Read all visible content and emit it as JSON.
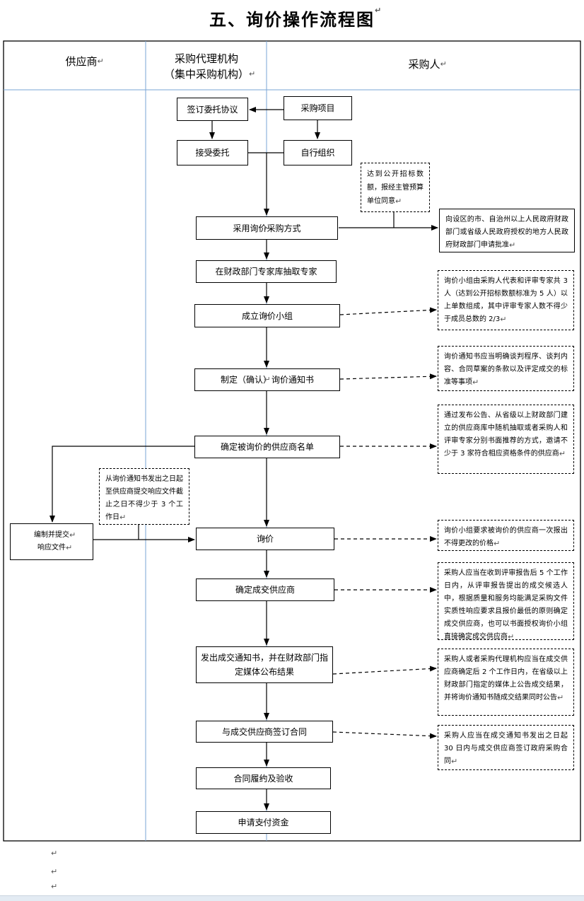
{
  "title": "五、询价操作流程图",
  "headers": {
    "supplier": "供应商",
    "agency_line1": "采购代理机构",
    "agency_line2": "（集中采购机构）",
    "purchaser": "采购人"
  },
  "boxes": {
    "sign_agreement": "签订委托协议",
    "purchase_project": "采购项目",
    "accept_entrust": "接受委托",
    "self_organize": "自行组织",
    "adopt_method": "采用询价采购方式",
    "extract_experts": "在财政部门专家库抽取专家",
    "form_group": "成立询价小组",
    "make_notice": "制定（确认）询价通知书",
    "confirm_list": "确定被询价的供应商名单",
    "prepare_submit_line1": "编制并提交",
    "prepare_submit_line2": "响应文件",
    "inquiry": "询价",
    "determine_supplier": "确定成交供应商",
    "issue_notice": "发出成交通知书，并在财政部门指定媒体公布结果",
    "sign_contract": "与成交供应商签订合同",
    "perform_accept": "合同履约及验收",
    "apply_payment": "申请支付资金"
  },
  "notes": {
    "approval_required": "达到公开招标数额，报经主管预算单位同意",
    "apply_approval": "向设区的市、自治州以上人民政府财政部门或省级人民政府授权的地方人民政府财政部门申请批准",
    "group_composition": "询价小组由采购人代表和评审专家共 3 人（达到公开招标数额标准为 5 人）以上单数组成，其中评审专家人数不得少于成员总数的 2/3",
    "notice_content": "询价通知书应当明确谈判程序、谈判内容、合同草案的条款以及评定成交的标准等事项",
    "supplier_selection": "通过发布公告、从省级以上财政部门建立的供应商库中随机抽取或者采购人和评审专家分别书面推荐的方式，邀请不少于 3 家符合相应资格条件的供应商",
    "response_time": "从询价通知书发出之日起至供应商提交响应文件截止之日不得少于 3 个工作日",
    "one_quote": "询价小组要求被询价的供应商一次报出不得更改的价格",
    "determine_rule": "采购人应当在收到评审报告后 5 个工作日内，从评审报告提出的成交候选人中，根据质量和服务均能满足采购文件实质性响应要求且报价最低的原则确定成交供应商，也可以书面授权询价小组直接确定成交供应商",
    "publish_rule": "采购人或者采购代理机构应当在成交供应商确定后 2 个工作日内，在省级以上财政部门指定的媒体上公告成交结果，并将询价通知书随成交结果同时公告",
    "contract_rule": "采购人应当在成交通知书发出之日起 30 日内与成交供应商签订政府采购合同"
  }
}
